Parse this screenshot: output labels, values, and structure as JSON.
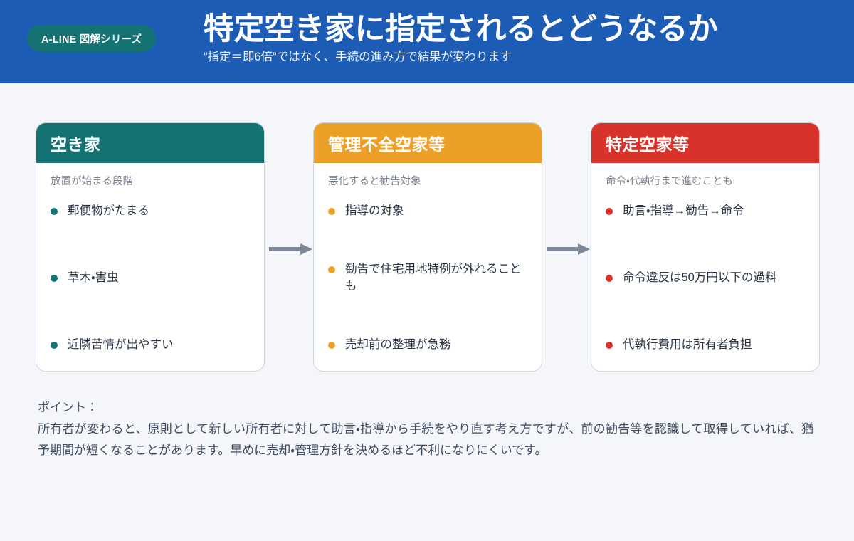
{
  "header": {
    "badge_label": "A-LINE 図解シリーズ",
    "title": "特定空き家に指定されるとどうなるか",
    "subtitle": "“指定＝即6倍”ではなく、手続の進み方で結果が変わります",
    "bg_color": "#1d5cb4",
    "badge_color": "#157272"
  },
  "cards": [
    {
      "title": "空き家",
      "subtitle": "放置が始まる段階",
      "accent": "#157272",
      "bullets": [
        "郵便物がたまる",
        "草木・害虫",
        "近隣苦情が出やすい"
      ]
    },
    {
      "title": "管理不全空家等",
      "subtitle": "悪化すると勧告対象",
      "accent": "#eda028",
      "bullets": [
        "指導の対象",
        "勧告で住宅用地特例が外れることも",
        "売却前の整理が急務"
      ]
    },
    {
      "title": "特定空家等",
      "subtitle": "命令・代執行まで進むことも",
      "accent": "#d8332a",
      "bullets": [
        "助言・指導→勧告→命令",
        "命令違反は50万円以下の過料",
        "代執行費用は所有者負担"
      ]
    }
  ],
  "arrows": {
    "color": "#7c8899",
    "count": 2
  },
  "point": {
    "label": "ポイント：",
    "body": "所有者が変わると、原則として新しい所有者に対して助言・指導から手続をやり直す考え方ですが、前の勧告等を認識して取得していれば、猶予期間が短くなることがあります。早めに売却・管理方針を決めるほど不利になりにくいです。"
  },
  "page": {
    "background": "#f4f6f9"
  }
}
